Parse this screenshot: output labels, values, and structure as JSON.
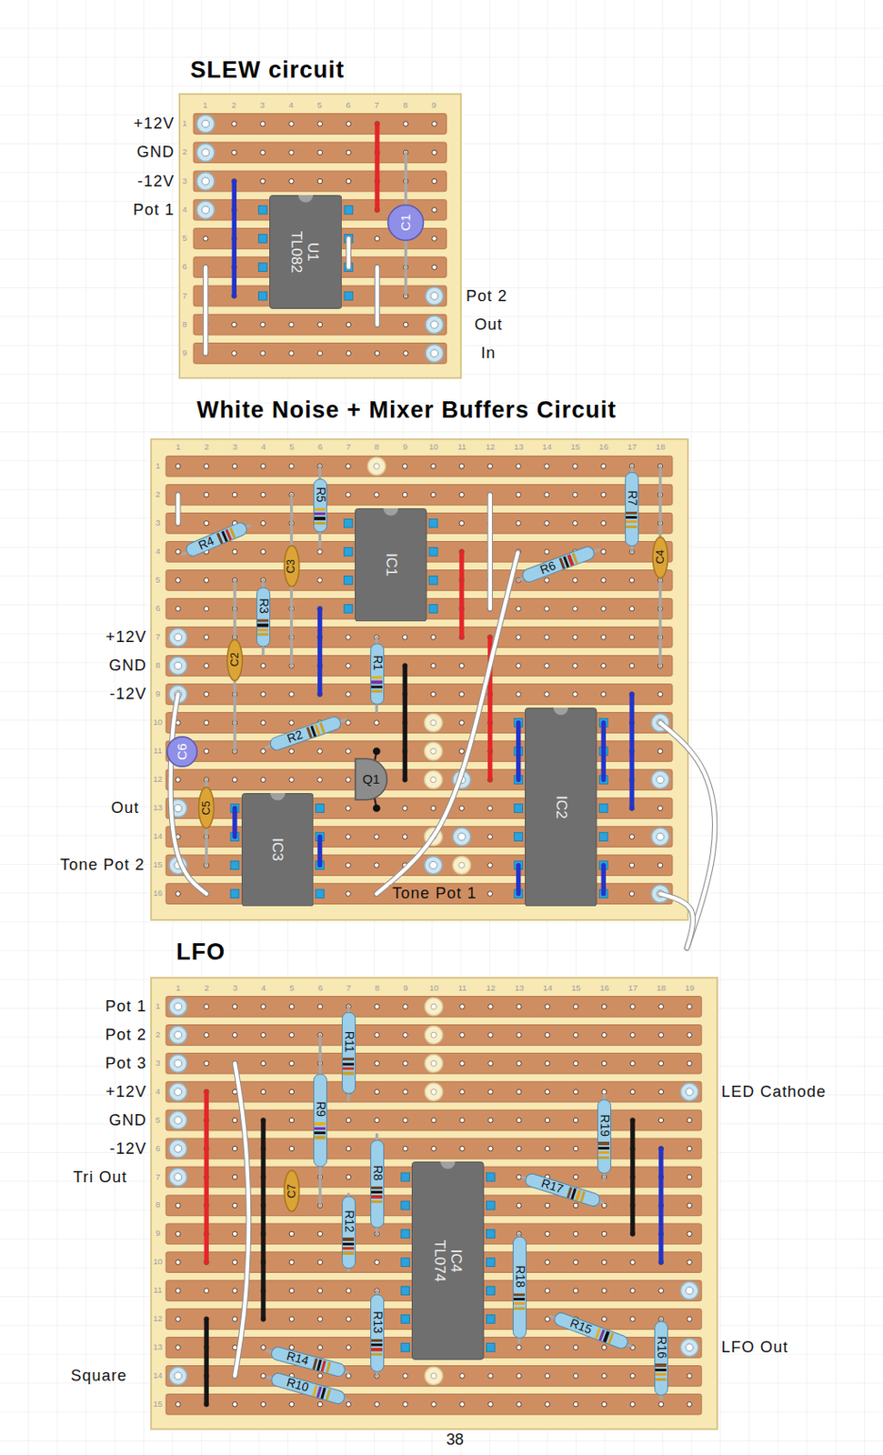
{
  "diagram": {
    "nodes": [
      {
        "text": [
          "SLEW circuit"
        ]
      },
      {
        "text": [
          "U1",
          "TL082"
        ],
        "in": 0
      },
      {
        "text": [
          "C1"
        ],
        "in": 0
      },
      {
        "text": [
          "White Noise + Mixer Buffers Circuit"
        ]
      },
      {
        "text": [
          "R5"
        ],
        "in": 3
      },
      {
        "text": [
          "R7"
        ],
        "in": 3
      },
      {
        "text": [
          "R4"
        ],
        "in": 3
      },
      {
        "text": [
          "IC1"
        ],
        "in": 3
      },
      {
        "text": [
          "C3"
        ],
        "in": 3
      },
      {
        "text": [
          "R6"
        ],
        "in": 3
      },
      {
        "text": [
          "C4"
        ],
        "in": 3
      },
      {
        "text": [
          "R3"
        ],
        "in": 3
      },
      {
        "text": [
          "C2"
        ],
        "in": 3
      },
      {
        "text": [
          "R1"
        ],
        "in": 3
      },
      {
        "text": [
          "R2"
        ],
        "in": 3
      },
      {
        "text": [
          "C6"
        ],
        "in": 3
      },
      {
        "text": [
          "Q1"
        ],
        "in": 3
      },
      {
        "text": [
          "C5"
        ],
        "in": 3
      },
      {
        "text": [
          "IC3"
        ],
        "in": 3
      },
      {
        "text": [
          "IC2"
        ],
        "in": 3
      },
      {
        "text": [
          "LFO"
        ]
      },
      {
        "text": [
          "R11"
        ],
        "in": 20
      },
      {
        "text": [
          "R9"
        ],
        "in": 20
      },
      {
        "text": [
          "R19"
        ],
        "in": 20
      },
      {
        "text": [
          "R8"
        ],
        "in": 20
      },
      {
        "text": [
          "C7"
        ],
        "in": 20
      },
      {
        "text": [
          "R17"
        ],
        "in": 20
      },
      {
        "text": [
          "R12"
        ],
        "in": 20
      },
      {
        "text": [
          "IC4",
          "TL074"
        ],
        "in": 20
      },
      {
        "text": [
          "R18"
        ],
        "in": 20
      },
      {
        "text": [
          "R13"
        ],
        "in": 20
      },
      {
        "text": [
          "R15"
        ],
        "in": 20
      },
      {
        "text": [
          "R16"
        ],
        "in": 20
      },
      {
        "text": [
          "R14"
        ],
        "in": 20
      },
      {
        "text": [
          "R10"
        ],
        "in": 20
      }
    ],
    "labels": [
      "1",
      "2",
      "3",
      "4",
      "5",
      "6",
      "7",
      "8",
      "9",
      "1",
      "2",
      "3",
      "4",
      "5",
      "6",
      "7",
      "8",
      "9",
      "+12V",
      "GND",
      "-12V",
      "Pot 1",
      "Pot 2",
      "Out",
      "In",
      "1",
      "2",
      "3",
      "4",
      "5",
      "6",
      "7",
      "8",
      "9",
      "10",
      "11",
      "12",
      "13",
      "14",
      "15",
      "16",
      "17",
      "18",
      "1",
      "2",
      "3",
      "4",
      "5",
      "6",
      "7",
      "8",
      "9",
      "10",
      "11",
      "12",
      "13",
      "14",
      "15",
      "16",
      "+12V",
      "GND",
      "-12V",
      "Out",
      "Tone Pot 2",
      "Tone Pot 1",
      "1",
      "2",
      "3",
      "4",
      "5",
      "6",
      "7",
      "8",
      "9",
      "10",
      "11",
      "12",
      "13",
      "14",
      "15",
      "16",
      "17",
      "18",
      "19",
      "1",
      "2",
      "3",
      "4",
      "5",
      "6",
      "7",
      "8",
      "9",
      "10",
      "11",
      "12",
      "13",
      "14",
      "15",
      "Pot 1",
      "Pot 2",
      "Pot 3",
      "+12V",
      "GND",
      "-12V",
      "Tri Out",
      "Square",
      "LED Cathode",
      "LFO Out",
      "38"
    ]
  }
}
